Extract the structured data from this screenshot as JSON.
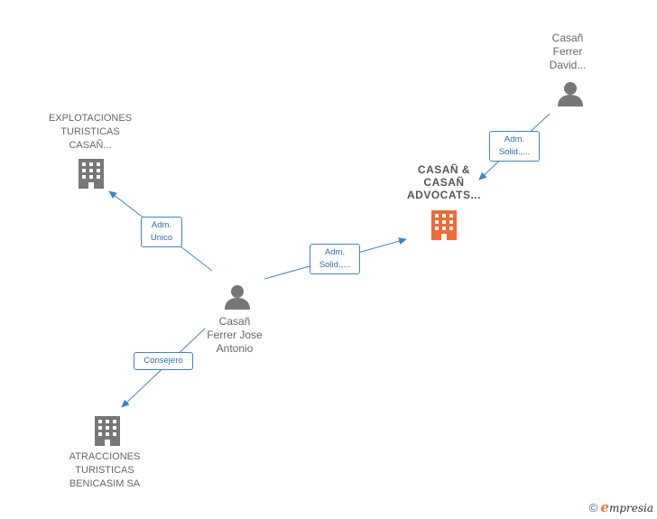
{
  "nodes": {
    "explotaciones": {
      "lines": [
        "EXPLOTACIONES",
        "TURISTICAS",
        "CASAÑ..."
      ]
    },
    "casan_advocats": {
      "lines": [
        "CASAÑ &",
        "CASAÑ",
        "ADVOCATS..."
      ]
    },
    "casan_david": {
      "lines": [
        "Casañ",
        "Ferrer",
        "David..."
      ]
    },
    "casan_jose": {
      "lines": [
        "Casañ",
        "Ferrer Jose",
        "Antonio"
      ]
    },
    "atracciones": {
      "lines": [
        "ATRACCIONES",
        "TURISTICAS",
        "BENICASIM SA"
      ]
    }
  },
  "edges": {
    "adm_unico": {
      "lines": [
        "Adm.",
        "Unico"
      ]
    },
    "adm_solid_main": {
      "lines": [
        "Adm.",
        "Solid.,..."
      ]
    },
    "adm_solid_david": {
      "lines": [
        "Adm.",
        "Solid.,..."
      ]
    },
    "consejero": {
      "lines": [
        "Consejero"
      ]
    }
  },
  "footer": {
    "copyright": "©",
    "brand_initial": "e",
    "brand_rest": "mpresia"
  },
  "colors": {
    "edge": "#3b86d0",
    "building_gray": "#777777",
    "building_main": "#f06a35",
    "person": "#777777"
  }
}
